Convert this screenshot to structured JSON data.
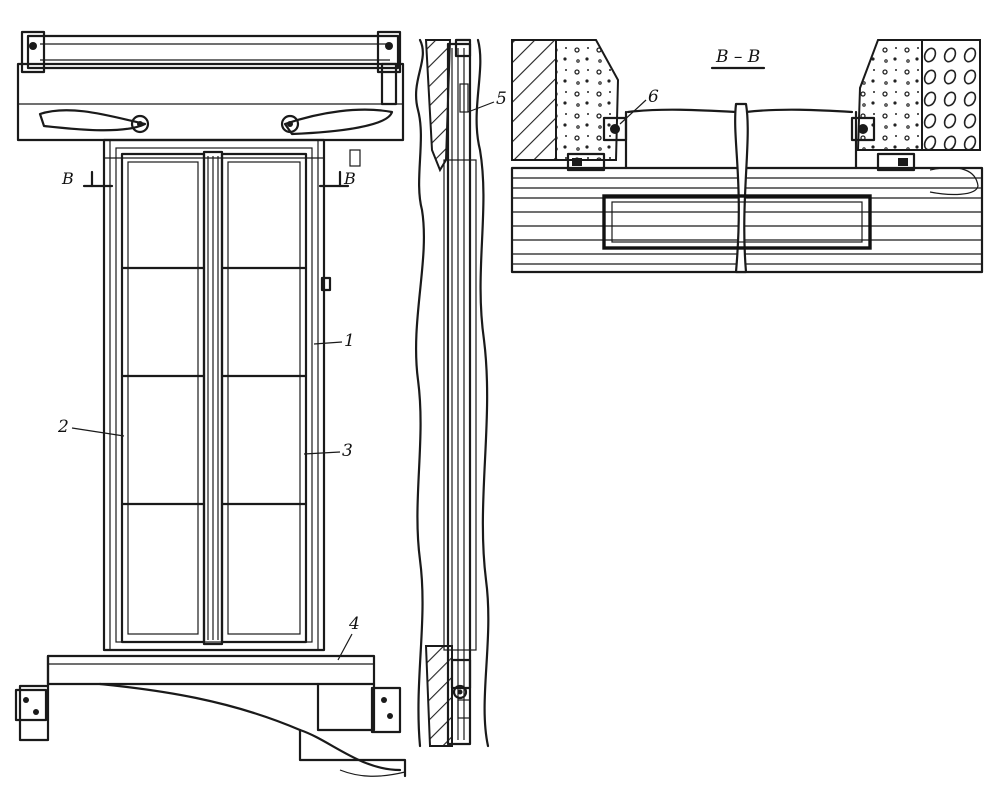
{
  "labels": {
    "door_leaf": "1",
    "door_frame": "2",
    "glazing_bar": "3",
    "bottom_bracket": "4",
    "side_rail": "5",
    "fastener": "6",
    "section_mark_left": "В",
    "section_mark_right": "В",
    "section_title": "В – В"
  }
}
